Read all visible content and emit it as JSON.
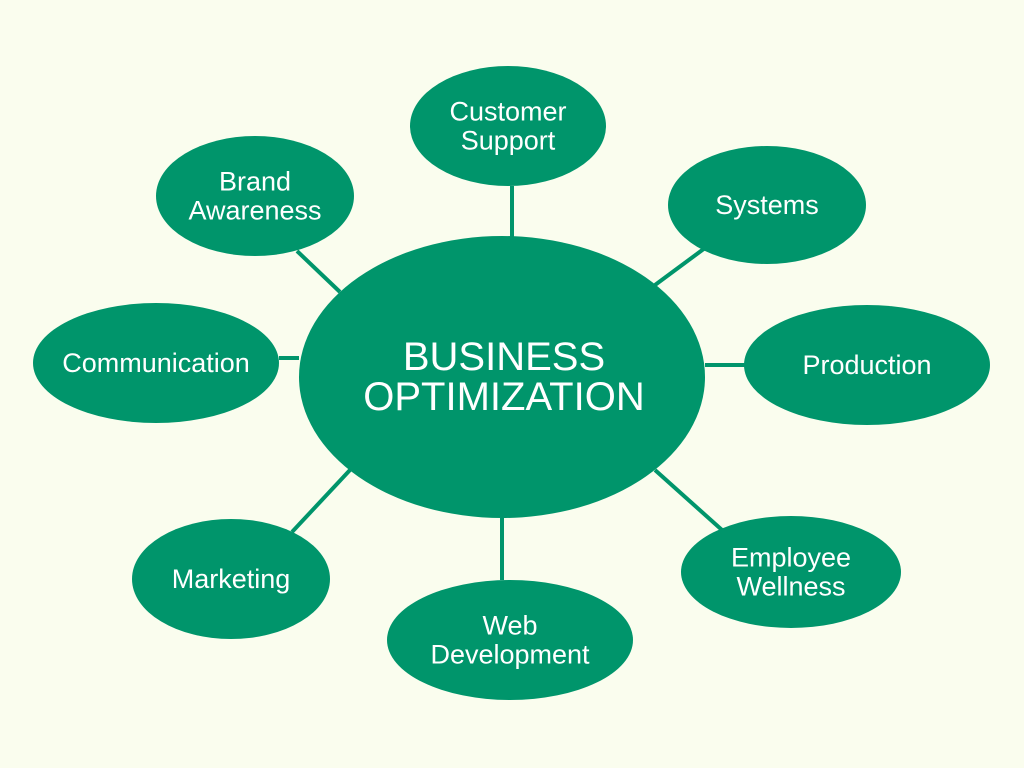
{
  "colors": {
    "background": "#fafdee",
    "node": "#00956b",
    "line": "#00956b",
    "text": "#ffffff"
  },
  "center": {
    "lines": [
      "BUSINESS",
      "OPTIMIZATION"
    ]
  },
  "nodes": [
    {
      "id": "customer-support",
      "lines": [
        "Customer",
        "Support"
      ]
    },
    {
      "id": "systems",
      "lines": [
        "Systems"
      ]
    },
    {
      "id": "production",
      "lines": [
        "Production"
      ]
    },
    {
      "id": "employee-wellness",
      "lines": [
        "Employee",
        "Wellness"
      ]
    },
    {
      "id": "web-development",
      "lines": [
        "Web",
        "Development"
      ]
    },
    {
      "id": "marketing",
      "lines": [
        "Marketing"
      ]
    },
    {
      "id": "communication",
      "lines": [
        "Communication"
      ]
    },
    {
      "id": "brand-awareness",
      "lines": [
        "Brand",
        "Awareness"
      ]
    }
  ]
}
